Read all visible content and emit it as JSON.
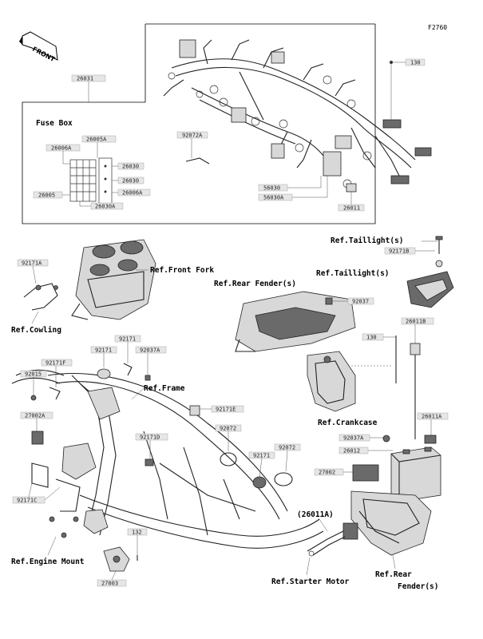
{
  "figure_id": "F2760",
  "front_label": "FRONT",
  "fuse_box_title": "Fuse Box",
  "labels": {
    "l26031": "26031",
    "l130": "130",
    "l92072A": "92072A",
    "l26005A": "26005A",
    "l26006A": "26006A",
    "l26030_1": "26030",
    "l26030_2": "26030",
    "l26006A_2": "26006A",
    "l26005": "26005",
    "l26030A": "26030A",
    "l56030": "56030",
    "l56030A": "56030A",
    "l26011": "26011",
    "l92171A": "92171A",
    "l92171B": "92171B",
    "l92037": "92037",
    "l130b": "130",
    "l26011B": "26011B",
    "l92171": "92171",
    "l92171b": "92171",
    "l92037A": "92037A",
    "l92171F": "92171F",
    "l92015": "92015",
    "l92171E": "92171E",
    "l27002A": "27002A",
    "l92171D": "92171D",
    "l92072": "92072",
    "l92171c": "92171",
    "l92072b": "92072",
    "l26011A": "26011A",
    "l92037A2": "92037A",
    "l26012": "26012",
    "l27002": "27002",
    "l92171C": "92171C",
    "l132": "132",
    "l27003": "27003",
    "l26011A_ref": "(26011A)"
  },
  "refs": {
    "taillight1": "Ref.Taillight(s)",
    "taillight2": "Ref.Taillight(s)",
    "front_fork": "Ref.Front Fork",
    "rear_fender1": "Ref.Rear Fender(s)",
    "cowling": "Ref.Cowling",
    "frame": "Ref.Frame",
    "crankcase": "Ref.Crankcase",
    "engine_mount": "Ref.Engine Mount",
    "starter_motor": "Ref.Starter Motor",
    "rear_fender2_a": "Ref.Rear",
    "rear_fender2_b": "Fender(s)"
  }
}
